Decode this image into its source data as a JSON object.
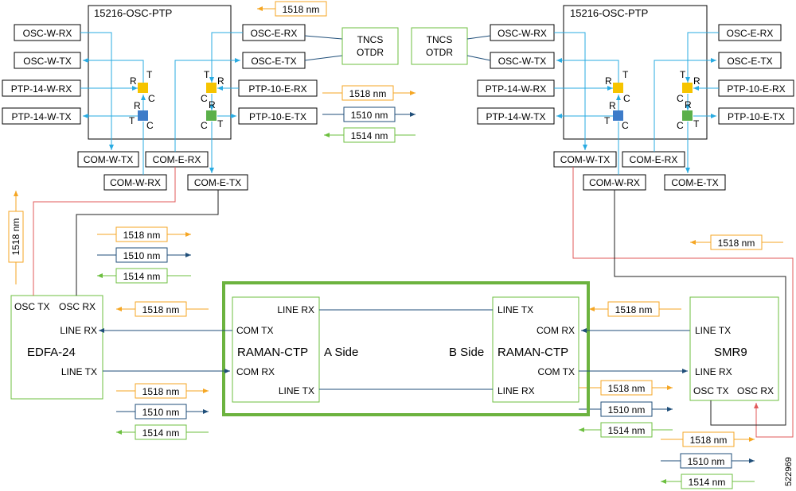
{
  "osc_ptp_title": "15216-OSC-PTP",
  "ports": {
    "osc_w_rx": "OSC-W-RX",
    "osc_w_tx": "OSC-W-TX",
    "osc_e_rx": "OSC-E-RX",
    "osc_e_tx": "OSC-E-TX",
    "ptp14_w_rx": "PTP-14-W-RX",
    "ptp14_w_tx": "PTP-14-W-TX",
    "ptp10_e_rx": "PTP-10-E-RX",
    "ptp10_e_tx": "PTP-10-E-TX",
    "com_w_tx": "COM-W-TX",
    "com_w_rx": "COM-W-RX",
    "com_e_rx": "COM-E-RX",
    "com_e_tx": "COM-E-TX"
  },
  "splitter_letters": {
    "r": "R",
    "t": "T",
    "c": "C"
  },
  "tncs": {
    "line1": "TNCS",
    "line2": "OTDR"
  },
  "wavelengths": {
    "w1518": "1518 nm",
    "w1510": "1510 nm",
    "w1514": "1514 nm"
  },
  "edfa": {
    "name": "EDFA-24",
    "osc_tx": "OSC TX",
    "osc_rx": "OSC RX",
    "line_rx": "LINE RX",
    "line_tx": "LINE TX"
  },
  "raman": {
    "name": "RAMAN-CTP",
    "a_side": "A Side",
    "b_side": "B Side",
    "line_rx": "LINE RX",
    "line_tx": "LINE TX",
    "com_tx": "COM TX",
    "com_rx": "COM RX"
  },
  "smr9": {
    "name": "SMR9",
    "line_tx": "LINE TX",
    "line_rx": "LINE RX",
    "osc_tx": "OSC TX",
    "osc_rx": "OSC RX"
  },
  "figure_id": "522969",
  "colors": {
    "cyan": "#29abe2",
    "navy": "#1f4e79",
    "orange": "#f5a623",
    "green": "#6cbf3f",
    "red": "#e05a5a",
    "yellow": "#f6c400",
    "blue": "#3d7cc9",
    "green_square": "#5bb04a",
    "thick_green": "#6cb33f"
  }
}
